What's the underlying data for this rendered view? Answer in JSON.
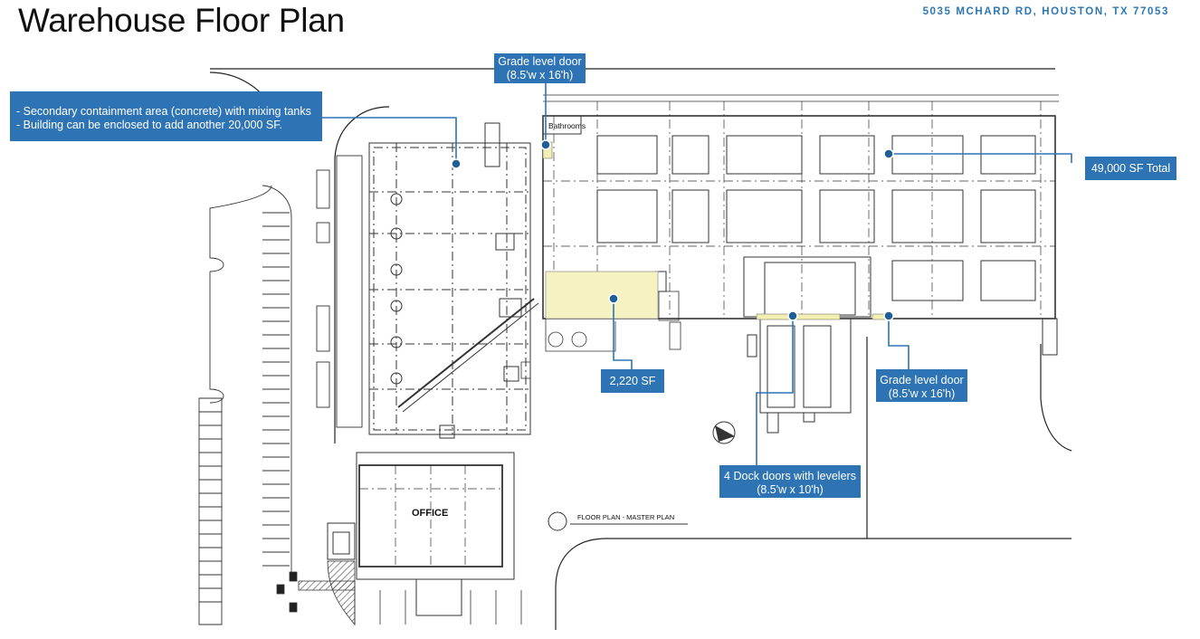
{
  "header": {
    "title": "Warehouse Floor Plan",
    "address": "5035 MCHARD RD, HOUSTON, TX 77053"
  },
  "callouts": {
    "grade_door_top": {
      "line1": "Grade level door",
      "line2": "(8.5'w x 16'h)"
    },
    "containment": {
      "line1": "- Secondary containment area (concrete) with mixing tanks",
      "line2": "- Building can be enclosed to add another 20,000 SF."
    },
    "total_sf": {
      "text": "49,000 SF Total"
    },
    "small_area_sf": {
      "text": "2,220 SF"
    },
    "grade_door_right": {
      "line1": "Grade level door",
      "line2": "(8.5'w x 16'h)"
    },
    "dock_doors": {
      "line1": "4 Dock doors with levelers",
      "line2": "(8.5'w x 10'h)"
    }
  },
  "plan_labels": {
    "bathrooms": "Bathrooms",
    "office": "OFFICE",
    "floor_plan": "FLOOR PLAN - MASTER PLAN"
  },
  "colors": {
    "callout_blue": "#2e74b5",
    "address_blue": "#2d78b4",
    "highlight_yellow": "#f6f3c2",
    "marker_blue": "#1f5f95"
  }
}
